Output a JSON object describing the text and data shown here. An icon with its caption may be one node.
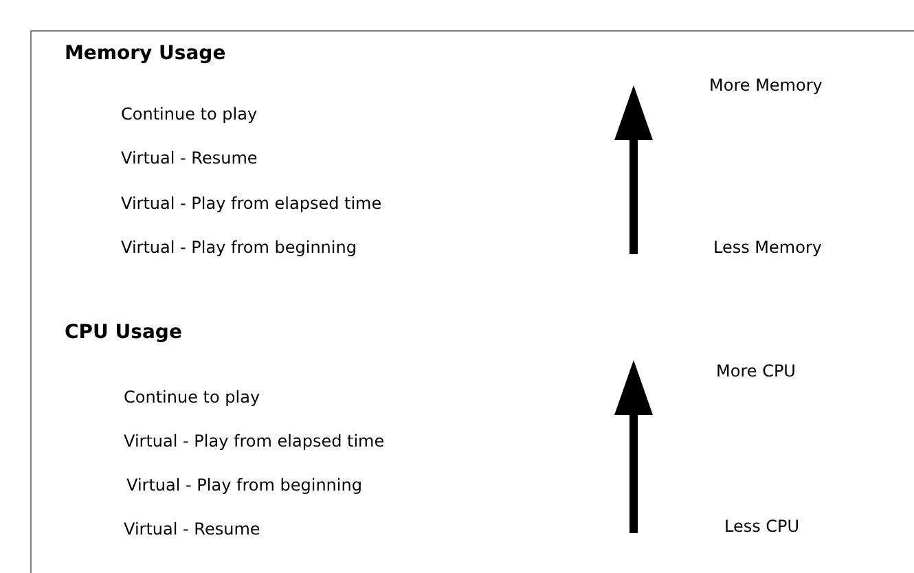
{
  "diagram": {
    "labels": [
      "Memory Usage",
      "More Memory",
      "Continue to play",
      "Virtual - Resume",
      "Virtual - Play from elapsed time",
      "Virtual - Play from beginning",
      "Less Memory",
      "CPU Usage",
      "More CPU",
      "Continue to play",
      "Virtual - Play from elapsed time",
      "Virtual - Play from beginning",
      "Virtual - Resume",
      "Less CPU"
    ]
  }
}
